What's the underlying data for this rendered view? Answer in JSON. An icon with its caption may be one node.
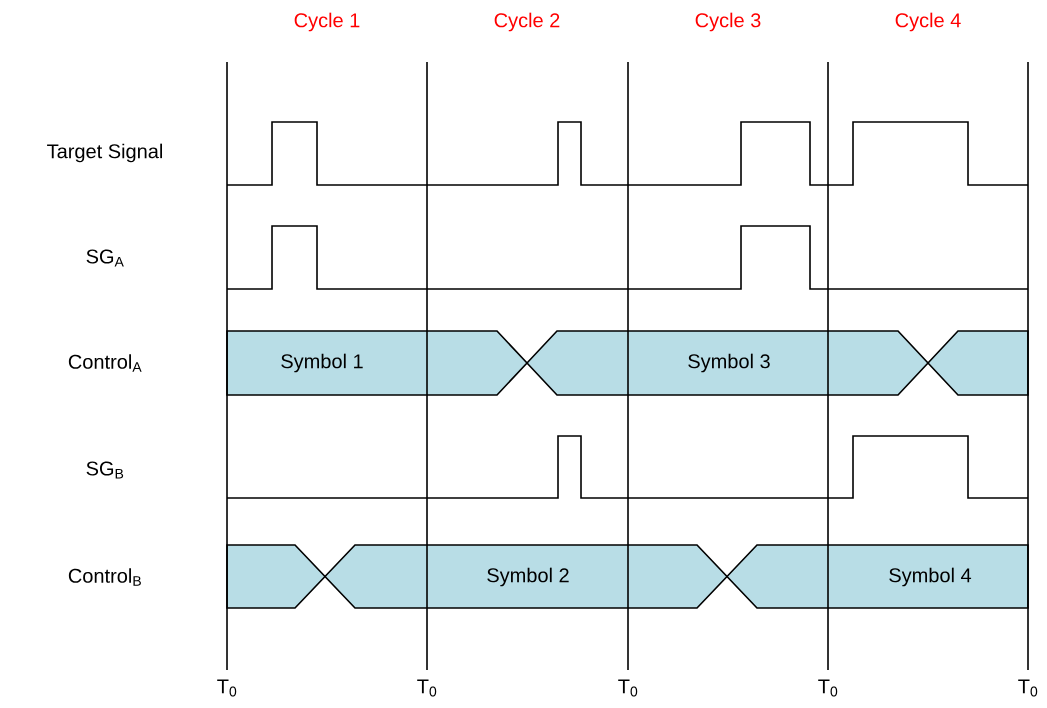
{
  "diagram": {
    "labels": [
      "Cycle 1",
      "Cycle 2",
      "Cycle 3",
      "Cycle 4",
      "Target Signal",
      "SG$_{A}$",
      "Control$_{A}$",
      "Symbol 1",
      "Symbol 3",
      "SG$_{B}$",
      "Control$_{B}$",
      "Symbol 2",
      "Symbol 4",
      "T$_{0}$",
      "T$_{0}$",
      "T$_{0}$",
      "T$_{0}$",
      "T$_{0}$"
    ]
  }
}
